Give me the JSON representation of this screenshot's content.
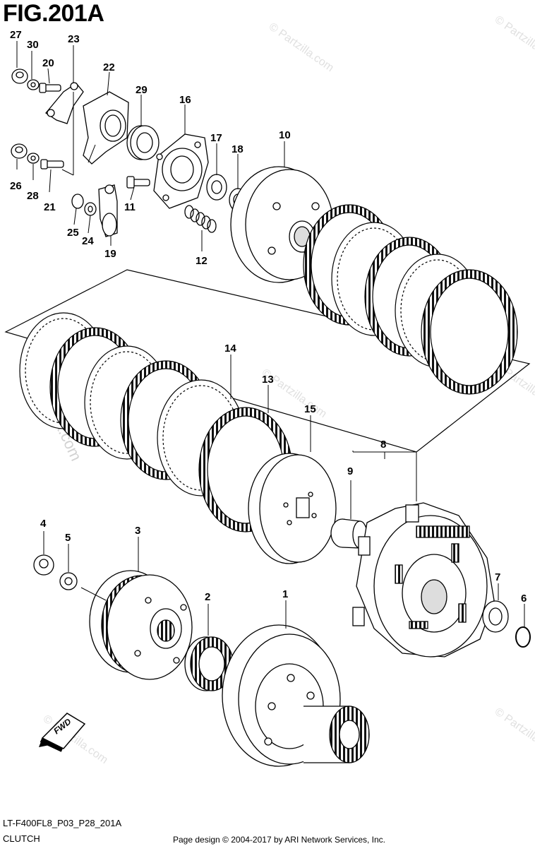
{
  "figure": {
    "title": "FIG.201A"
  },
  "callouts": {
    "p1": "1",
    "p2": "2",
    "p3": "3",
    "p4": "4",
    "p5": "5",
    "p6": "6",
    "p7": "7",
    "p8": "8",
    "p9": "9",
    "p10": "10",
    "p11": "11",
    "p12": "12",
    "p13": "13",
    "p14": "14",
    "p15": "15",
    "p16": "16",
    "p17": "17",
    "p18": "18",
    "p19": "19",
    "p20": "20",
    "p21": "21",
    "p22": "22",
    "p23": "23",
    "p24": "24",
    "p25": "25",
    "p26": "26",
    "p27": "27",
    "p28": "28",
    "p29": "29",
    "p30": "30"
  },
  "fwd_label": "FWD",
  "watermark": "© Partzilla.com",
  "footer": {
    "diagram_code": "LT-F400FL8_P03_P28_201A",
    "section": "CLUTCH",
    "copyright": "Page design © 2004-2017 by ARI Network Services, Inc."
  }
}
